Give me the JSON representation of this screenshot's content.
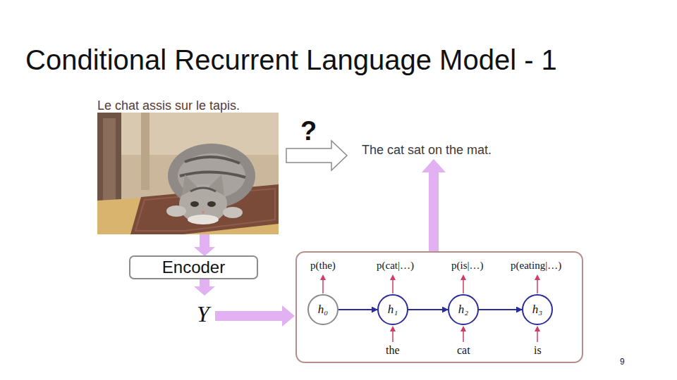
{
  "diagram": {
    "title": "Conditional Recurrent Language Model - 1",
    "nodes": [
      {
        "text": [
          "Encoder"
        ]
      },
      {
        "text": [
          "h₀"
        ]
      },
      {
        "text": [
          "h₁"
        ]
      },
      {
        "text": [
          "h₂"
        ]
      },
      {
        "text": [
          "h₃"
        ]
      }
    ],
    "edges": [
      {
        "from": 1,
        "to": 2,
        "arrow": "to"
      },
      {
        "from": 2,
        "to": 3,
        "arrow": "to"
      },
      {
        "from": 3,
        "to": 4,
        "arrow": "to"
      }
    ],
    "labels": [
      "Le chat assis sur le tapis.",
      "?",
      "The cat sat on the mat.",
      "Y",
      "p(the)",
      "p(cat|…)",
      "p(is|…)",
      "p(eating|…)",
      "the",
      "cat",
      "is",
      "9"
    ]
  }
}
